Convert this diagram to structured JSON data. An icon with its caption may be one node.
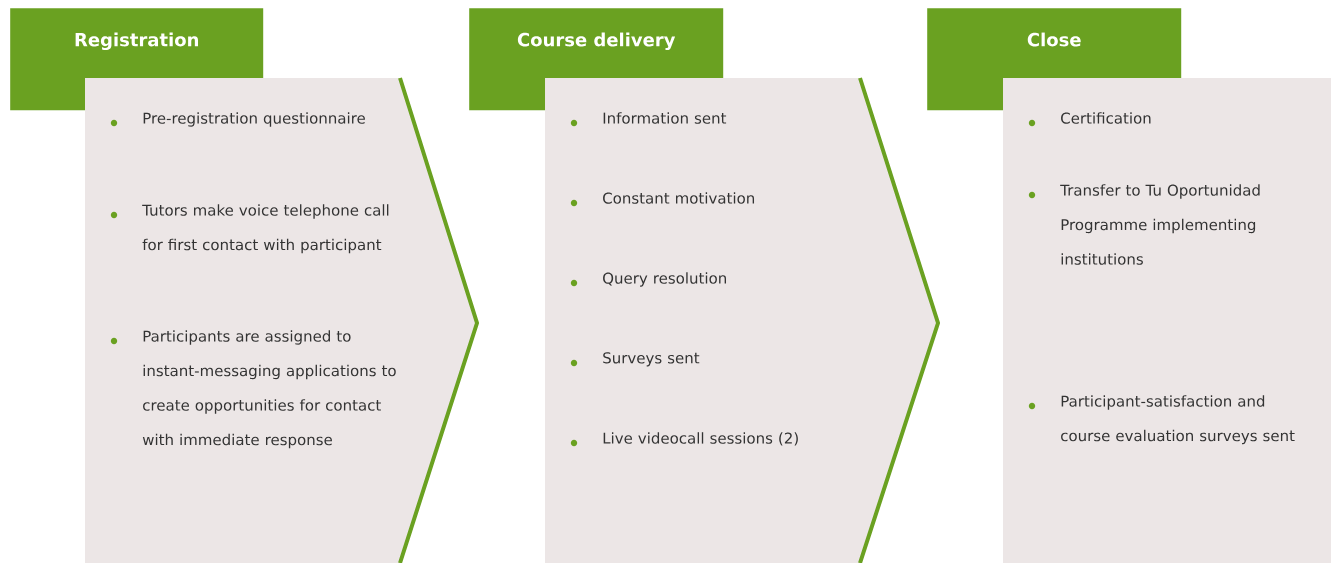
{
  "diagram": {
    "nodes": [
      {
        "text": [
          "Registration"
        ]
      },
      {
        "text": [
          "Pre-registration questionnaire",
          "Tutors make voice telephone call for first contact with participant",
          "Participants are assigned to instant-messaging applications to create opportunities for contact with immediate response"
        ]
      },
      {
        "text": [
          "Course delivery"
        ]
      },
      {
        "text": [
          "Information sent",
          "Constant motivation",
          "Query resolution",
          "Surveys sent",
          "Live videocall sessions (2)"
        ]
      },
      {
        "text": [
          "Close"
        ]
      },
      {
        "text": [
          "Certification",
          "Transfer to Tu Oportunidad Programme implementing institutions",
          "Participant-satisfaction and course evaluation surveys sent"
        ]
      }
    ]
  }
}
